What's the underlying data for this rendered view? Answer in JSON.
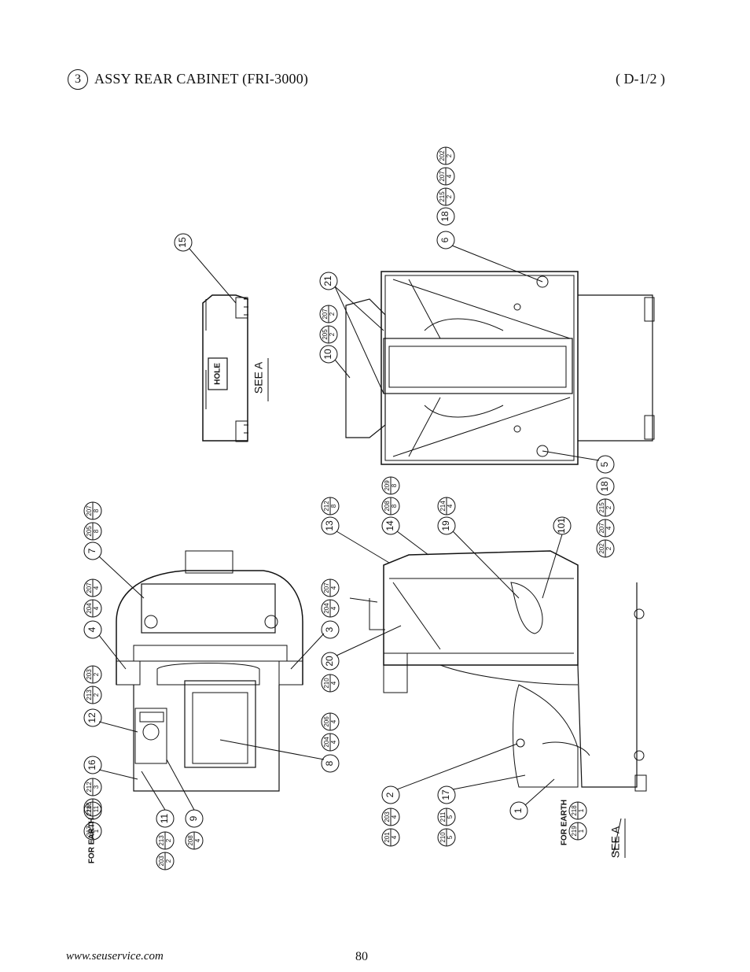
{
  "header": {
    "section_number": "3",
    "title": "ASSY REAR CABINET (FRI-3000)",
    "sheet": "( D-1/2 )"
  },
  "footer": {
    "url": "www.seuservice.com",
    "page": "80"
  },
  "drawing": {
    "see_a_top": "SEE  A",
    "see_a_bottom": "SEE  A",
    "for_earth_left": "FOR EARTH",
    "for_earth_bottom": "FOR EARTH",
    "hole_label": "HOLE",
    "callouts": [
      "15",
      "21",
      "10",
      "6",
      "18",
      "5",
      "18",
      "7",
      "4",
      "3",
      "12",
      "16",
      "11",
      "9",
      "8",
      "20",
      "13",
      "14",
      "19",
      "101",
      "2",
      "17",
      "1"
    ],
    "fastener_stacks": {
      "top_right": [
        [
          "215",
          "2"
        ],
        [
          "207",
          "4"
        ],
        [
          "202",
          "2"
        ]
      ],
      "right_mid": [
        [
          "205",
          "2"
        ],
        [
          "207",
          "2"
        ]
      ],
      "bottom_right": [
        [
          "215",
          "2"
        ],
        [
          "207",
          "4"
        ],
        [
          "202",
          "2"
        ]
      ],
      "top_left_7": [
        [
          "205",
          "8"
        ],
        [
          "207",
          "8"
        ]
      ],
      "top_left_4": [
        [
          "204",
          "4"
        ],
        [
          "207",
          "4"
        ]
      ],
      "left_3": [
        [
          "204",
          "4"
        ],
        [
          "207",
          "4"
        ]
      ],
      "left_12": [
        [
          "213",
          "2"
        ],
        [
          "203",
          "2"
        ]
      ],
      "left_20": [
        [
          "210",
          "4"
        ]
      ],
      "left_8": [
        [
          "204",
          "4"
        ],
        [
          "206",
          "4"
        ]
      ],
      "left_16": [
        [
          "212",
          "3"
        ],
        [
          "216",
          "1"
        ]
      ],
      "left_earth": [
        [
          "218",
          "1"
        ],
        [
          "217",
          "1"
        ]
      ],
      "left_11": [
        [
          "213",
          "2"
        ],
        [
          "203",
          "2"
        ]
      ],
      "left_9": [
        [
          "208",
          "4"
        ]
      ],
      "mid_13": [
        [
          "212",
          "8"
        ]
      ],
      "mid_14": [
        [
          "208",
          "8"
        ],
        [
          "209",
          "8"
        ]
      ],
      "mid_19": [
        [
          "214",
          "4"
        ]
      ],
      "mid_2": [
        [
          "203",
          "4"
        ],
        [
          "201",
          "4"
        ]
      ],
      "mid_17": [
        [
          "211",
          "5"
        ],
        [
          "210",
          "5"
        ]
      ],
      "mid_earth": [
        [
          "218",
          "1"
        ],
        [
          "219",
          "1"
        ]
      ]
    }
  }
}
